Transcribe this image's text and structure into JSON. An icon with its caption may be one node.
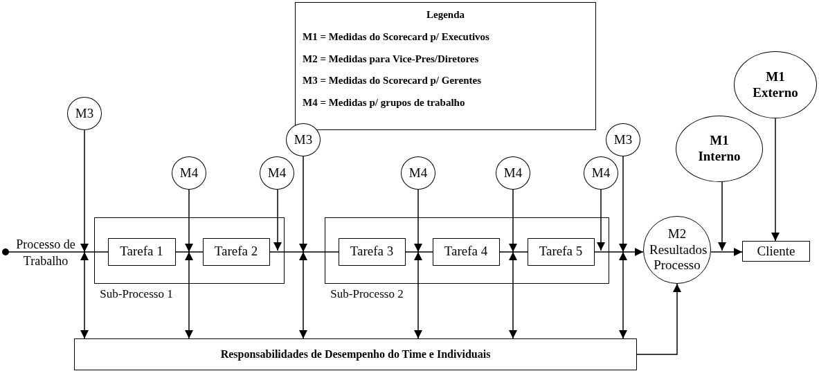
{
  "diagram": {
    "nodes": [
      {
        "text": [
          "Legenda",
          "M1 = Medidas do Scorecard p/ Executivos",
          "M2 = Medidas para Vice-Pres/Diretores",
          "M3 = Medidas do Scorecard p/ Gerentes",
          "M4 = Medidas p/ grupos de trabalho"
        ]
      },
      {
        "text": [
          "M1 Externo"
        ]
      },
      {
        "text": [
          "M3"
        ]
      },
      {
        "text": [
          "M3"
        ]
      },
      {
        "text": [
          "M3"
        ]
      },
      {
        "text": [
          "M1 Interno"
        ]
      },
      {
        "text": [
          "M4"
        ]
      },
      {
        "text": [
          "M4"
        ]
      },
      {
        "text": [
          "M4"
        ]
      },
      {
        "text": [
          "M4"
        ]
      },
      {
        "text": [
          "M4"
        ]
      },
      {
        "text": [
          "Processo de Trabalho"
        ]
      },
      {
        "text": [
          "Sub-Processo 1"
        ]
      },
      {
        "text": [
          "Tarefa 1"
        ],
        "in": 12
      },
      {
        "text": [
          "Tarefa 2"
        ],
        "in": 12
      },
      {
        "text": [
          "Sub-Processo 2"
        ]
      },
      {
        "text": [
          "Tarefa 3"
        ],
        "in": 15
      },
      {
        "text": [
          "Tarefa 4"
        ],
        "in": 15
      },
      {
        "text": [
          "Tarefa 5"
        ],
        "in": 15
      },
      {
        "text": [
          "M2 Resultados Processo"
        ]
      },
      {
        "text": [
          "Cliente"
        ]
      },
      {
        "text": [
          "Responsabilidades de Desempenho do Time e Individuais"
        ]
      }
    ],
    "edges": [
      {
        "from": 11,
        "to": 13,
        "arrow": "other"
      },
      {
        "from": 13,
        "to": 14,
        "arrow": "none"
      },
      {
        "from": 14,
        "to": 16,
        "arrow": "none"
      },
      {
        "from": 16,
        "to": 17,
        "arrow": "none"
      },
      {
        "from": 17,
        "to": 18,
        "arrow": "none"
      },
      {
        "from": 18,
        "to": 19,
        "arrow": "to"
      },
      {
        "from": 19,
        "to": 20,
        "arrow": "to"
      },
      {
        "from": 2,
        "to": 21,
        "arrow": "to"
      },
      {
        "from": 6,
        "to": 21,
        "arrow": "to"
      },
      {
        "from": 7,
        "to": 14,
        "arrow": "to"
      },
      {
        "from": 3,
        "to": 21,
        "arrow": "to"
      },
      {
        "from": 8,
        "to": 21,
        "arrow": "to"
      },
      {
        "from": 9,
        "to": 21,
        "arrow": "to"
      },
      {
        "from": 10,
        "to": 18,
        "arrow": "to"
      },
      {
        "from": 4,
        "to": 21,
        "arrow": "to"
      },
      {
        "from": 5,
        "to": 19,
        "arrow": "to"
      },
      {
        "from": 1,
        "to": 20,
        "arrow": "to"
      },
      {
        "from": 21,
        "to": 19,
        "arrow": "to"
      }
    ]
  }
}
